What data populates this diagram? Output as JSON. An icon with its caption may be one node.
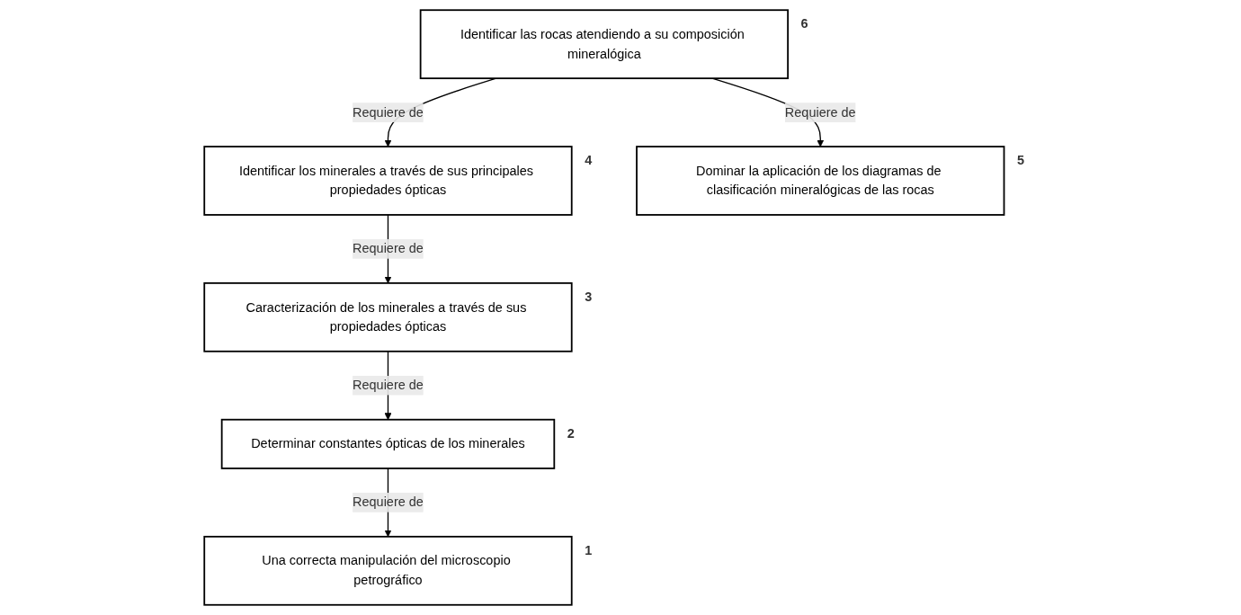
{
  "diagram": {
    "nodes": [
      {
        "text": [
          "Identificar las rocas atendiendo a su composición mineralógica"
        ],
        "beside": [
          "6"
        ]
      },
      {
        "text": [
          "Identificar los minerales a través de sus principales propiedades ópticas"
        ],
        "beside": [
          "4"
        ]
      },
      {
        "text": [
          "Dominar la aplicación de los diagramas de clasificación mineralógicas de las rocas"
        ],
        "beside": [
          "5"
        ]
      },
      {
        "text": [
          "Caracterización de los minerales a través de sus propiedades ópticas"
        ],
        "beside": [
          "3"
        ]
      },
      {
        "text": [
          "Determinar constantes ópticas de los minerales"
        ],
        "beside": [
          "2"
        ]
      },
      {
        "text": [
          "Una correcta manipulación del microscopio petrográfico"
        ],
        "beside": [
          "1"
        ]
      }
    ],
    "edges": [
      {
        "from": 0,
        "to": 1,
        "arrow": "to",
        "label": "Requiere de"
      },
      {
        "from": 0,
        "to": 2,
        "arrow": "to",
        "label": "Requiere de"
      },
      {
        "from": 1,
        "to": 3,
        "arrow": "to",
        "label": "Requiere de"
      },
      {
        "from": 3,
        "to": 4,
        "arrow": "to",
        "label": "Requiere de"
      },
      {
        "from": 4,
        "to": 5,
        "arrow": "to",
        "label": "Requiere de"
      }
    ]
  }
}
